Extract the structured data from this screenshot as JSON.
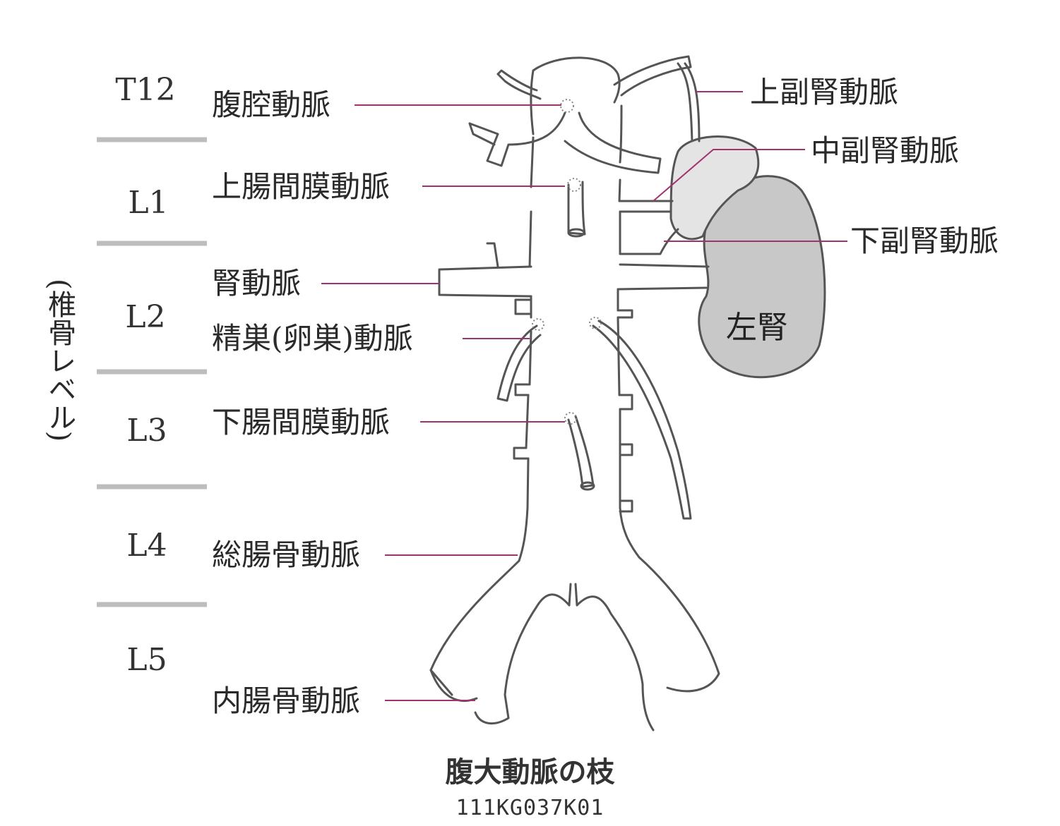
{
  "levels": [
    "T12",
    "L1",
    "L2",
    "L3",
    "L4",
    "L5"
  ],
  "vertebra_label": "(椎骨レベル)",
  "labels": {
    "celiac": "腹腔動脈",
    "sma": "上腸間膜動脈",
    "renal": "腎動脈",
    "gonadal": "精巣(卵巣)動脈",
    "ima": "下腸間膜動脈",
    "common_iliac": "総腸骨動脈",
    "internal_iliac": "内腸骨動脈",
    "superior_suprarenal": "上副腎動脈",
    "middle_suprarenal": "中副腎動脈",
    "inferior_suprarenal": "下副腎動脈",
    "left_kidney": "左腎"
  },
  "title": "腹大動脈の枝",
  "code": "111KG037K01",
  "colors": {
    "leader": "#a0336e",
    "divider": "#bdbdbd",
    "kidney": "#c8c8c8",
    "adrenal": "#e4e4e4",
    "outline": "#555555"
  }
}
